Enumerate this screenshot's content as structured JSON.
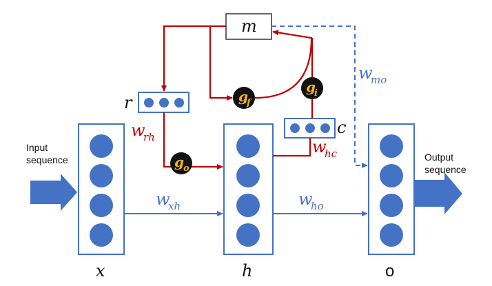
{
  "labels": {
    "input_line1": "Input",
    "input_line2": "sequence",
    "output_line1": "Output",
    "output_line2": "sequence",
    "x": "x",
    "h": "h",
    "o": "o",
    "m": "m",
    "r": "r",
    "c": "c"
  },
  "weights": {
    "w_rh": {
      "base": "w",
      "sub": "rh"
    },
    "w_xh": {
      "base": "w",
      "sub": "xh"
    },
    "w_ho": {
      "base": "w",
      "sub": "ho"
    },
    "w_mo": {
      "base": "w",
      "sub": "mo"
    },
    "w_hc": {
      "base": "w",
      "sub": "hc"
    }
  },
  "gates": {
    "g_f": {
      "base": "g",
      "sub": "f"
    },
    "g_i": {
      "base": "g",
      "sub": "i"
    },
    "g_o": {
      "base": "g",
      "sub": "o"
    }
  },
  "colors": {
    "blue": "#4472C4",
    "red": "#C00000",
    "gate_bg": "#111111",
    "gate_text": "#F0B31A"
  }
}
